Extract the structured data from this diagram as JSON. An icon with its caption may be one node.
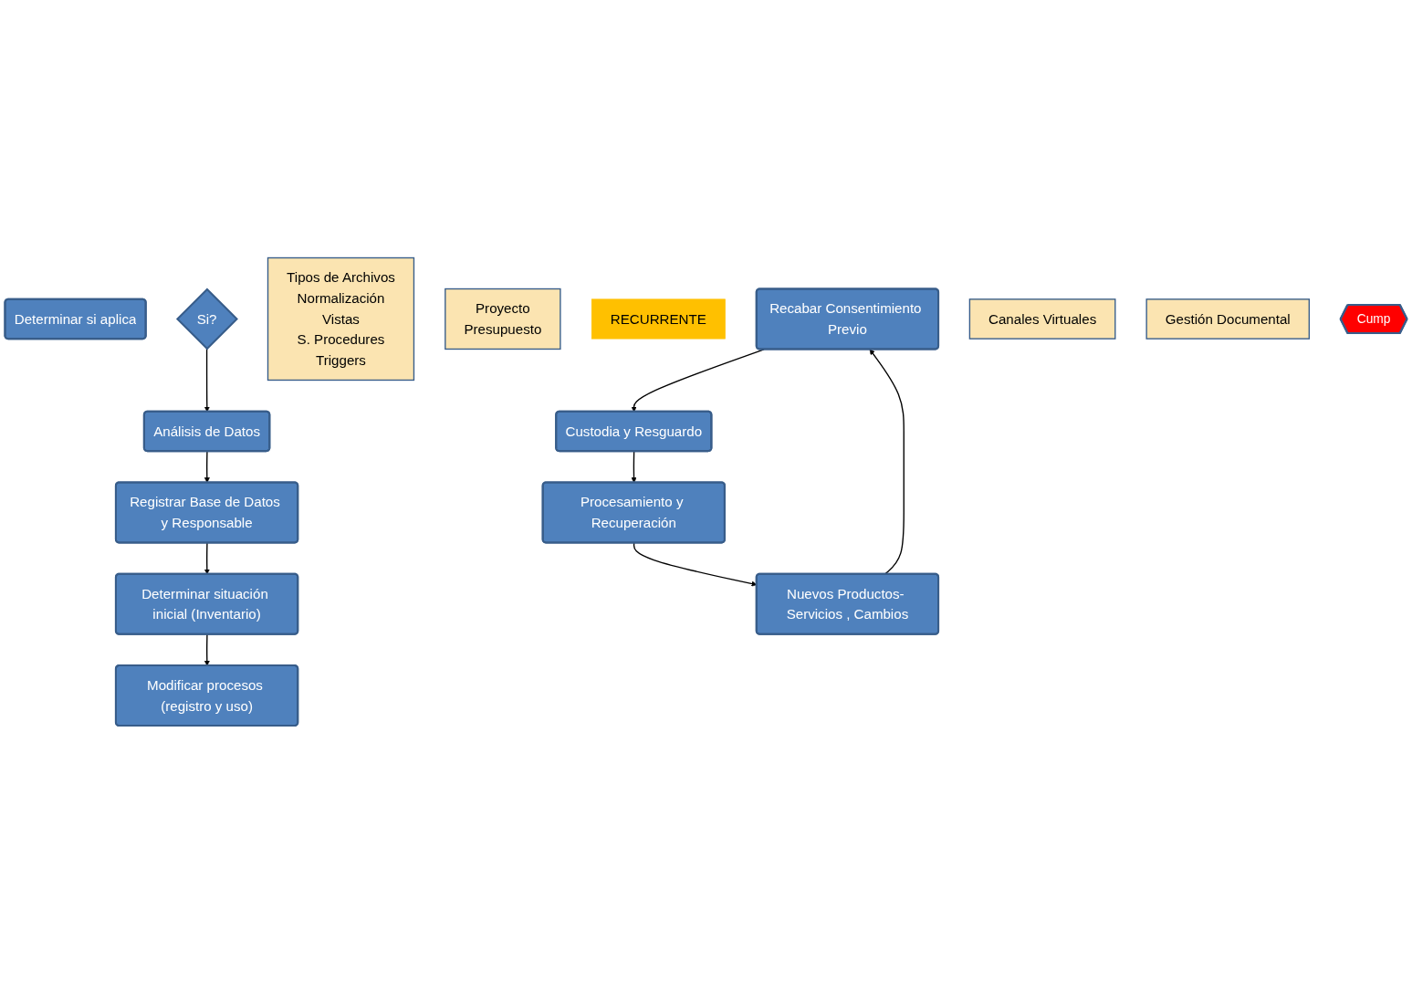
{
  "diagram": {
    "nodes": [
      {
        "text": [
          "Determinar si aplica"
        ]
      },
      {
        "text": [
          "Si?"
        ]
      },
      {
        "text": [
          "Análisis de Datos"
        ]
      },
      {
        "text": [
          "Registrar Base de Datos y Responsable"
        ]
      },
      {
        "text": [
          "Determinar situación inicial (Inventario)"
        ]
      },
      {
        "text": [
          "Modificar procesos (registro y uso)"
        ]
      },
      {
        "text": [
          "Tipos de Archivos",
          "Normalización",
          "Vistas",
          "S. Procedures",
          "Triggers"
        ]
      },
      {
        "text": [
          "Proyecto",
          "Presupuesto"
        ]
      },
      {
        "text": [
          "RECURRENTE"
        ]
      },
      {
        "text": [
          "Recabar Consentimiento Previo"
        ]
      },
      {
        "text": [
          "Custodia y Resguardo"
        ]
      },
      {
        "text": [
          "Procesamiento y Recuperación"
        ]
      },
      {
        "text": [
          "Nuevos Productos- Servicios , Cambios"
        ]
      },
      {
        "text": [
          "Canales Virtuales"
        ]
      },
      {
        "text": [
          "Gestión Documental"
        ]
      },
      {
        "text": [
          "Cump"
        ]
      }
    ],
    "edges": [
      {
        "from": 1,
        "to": 2,
        "arrow": "to"
      },
      {
        "from": 2,
        "to": 3,
        "arrow": "to"
      },
      {
        "from": 3,
        "to": 4,
        "arrow": "to"
      },
      {
        "from": 4,
        "to": 5,
        "arrow": "to"
      },
      {
        "from": 9,
        "to": 10,
        "arrow": "to"
      },
      {
        "from": 10,
        "to": 11,
        "arrow": "to"
      },
      {
        "from": 11,
        "to": 12,
        "arrow": "to"
      },
      {
        "from": 12,
        "to": 9,
        "arrow": "to"
      }
    ]
  }
}
